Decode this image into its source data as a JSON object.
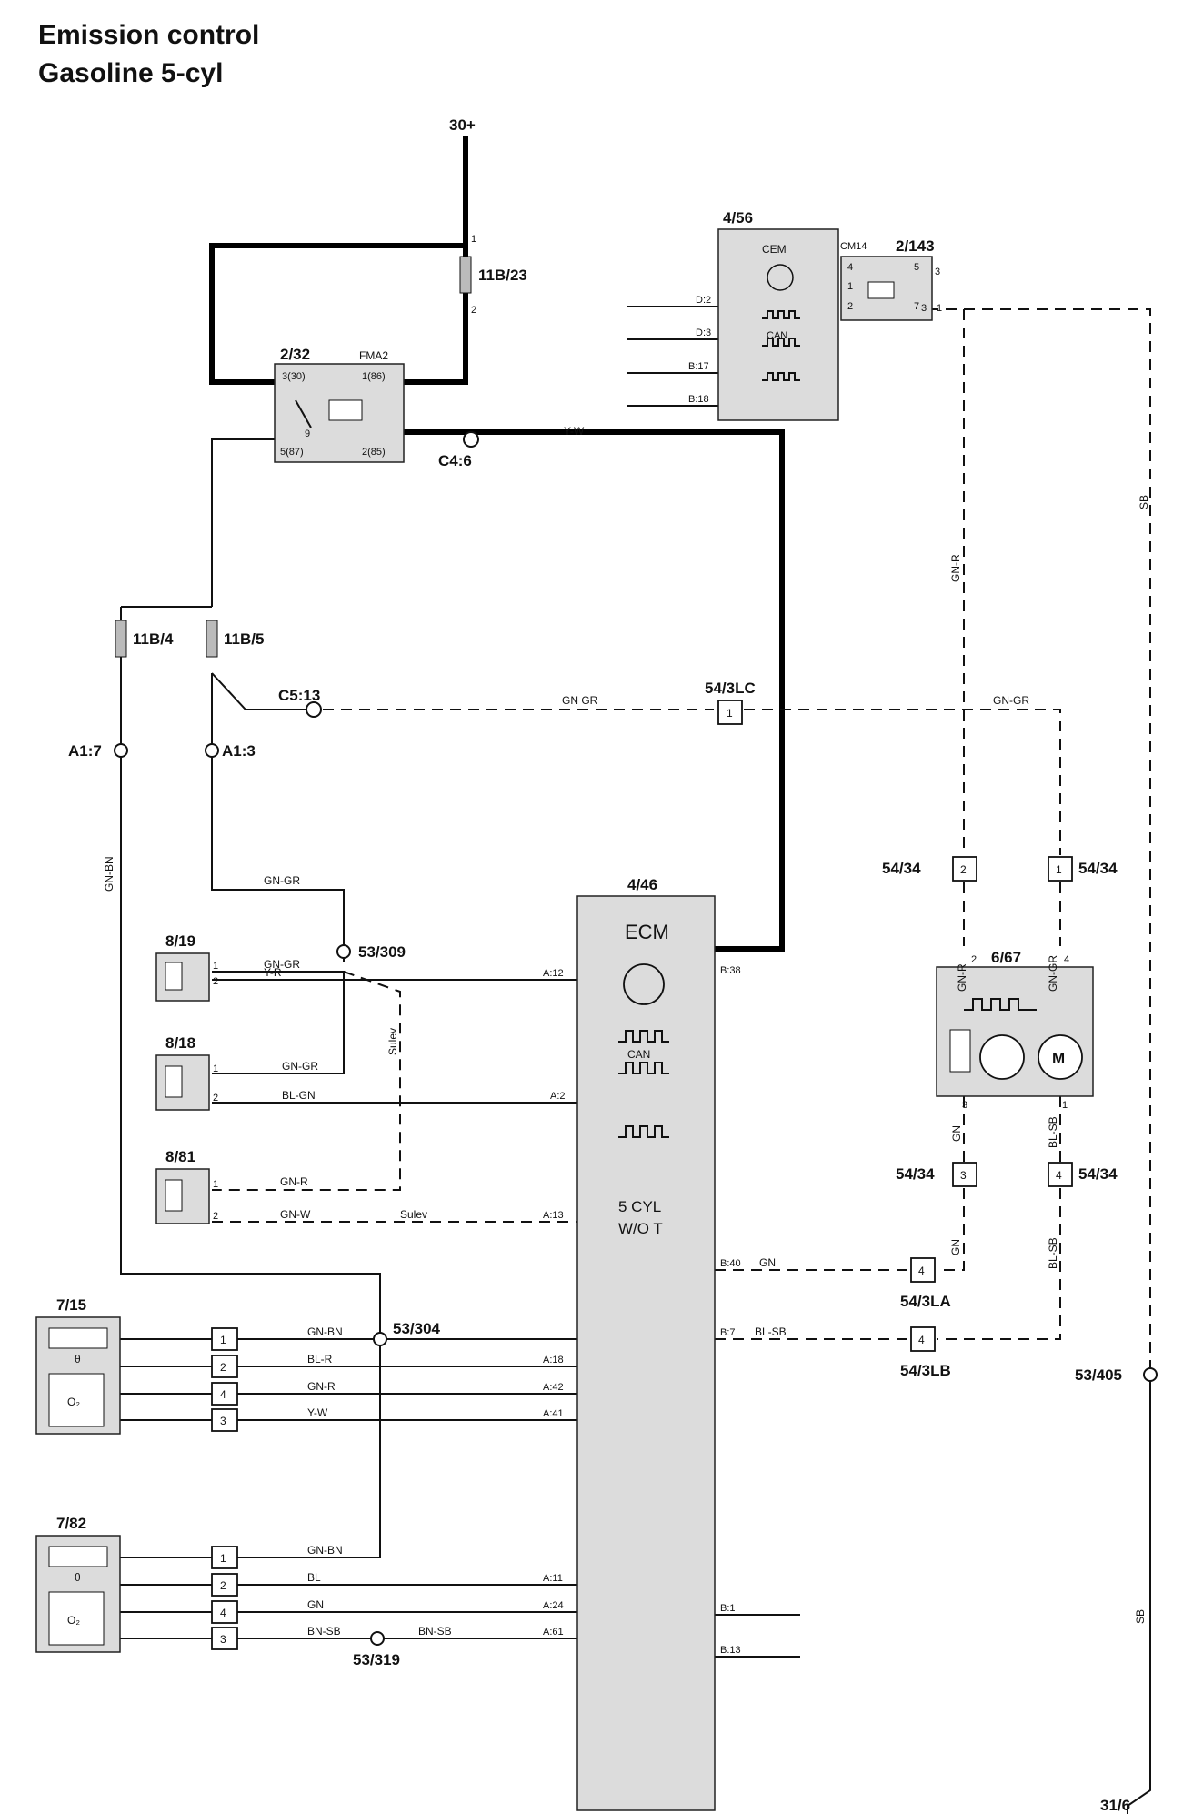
{
  "title": {
    "line1": "Emission control",
    "line2": "Gasoline 5-cyl"
  },
  "power": {
    "supply": "30+",
    "ground": "31/6"
  },
  "fuses": {
    "f23": "11B/23",
    "f4": "11B/4",
    "f5": "11B/5",
    "pin1": "1",
    "pin2": "2"
  },
  "relay": {
    "id": "2/32",
    "name": "FMA2",
    "p3": "3(30)",
    "p1": "1(86)",
    "p5": "5(87)",
    "p2": "2(85)",
    "p9": "9"
  },
  "connectors": {
    "c46": "C4:6",
    "c513": "C5:13",
    "a17": "A1:7",
    "a13": "A1:3"
  },
  "cem": {
    "id": "4/56",
    "name": "CEM",
    "can": "CAN",
    "pins": [
      "D:2",
      "D:3",
      "B:17",
      "B:18"
    ],
    "cm": "CM14",
    "cm_pins": [
      "4",
      "1",
      "2"
    ]
  },
  "relay2": {
    "id": "2/143",
    "pins": [
      "5",
      "3",
      "7",
      "3",
      "1"
    ]
  },
  "ecm": {
    "id": "4/46",
    "name": "ECM",
    "can": "CAN",
    "variant1": "5 CYL",
    "variant2": "W/O T",
    "pins_left": [
      "A:12",
      "A:2",
      "A:13",
      "A:18",
      "A:42",
      "A:41",
      "A:11",
      "A:24",
      "A:61"
    ],
    "pins_right": [
      "B:38",
      "B:40",
      "B:7",
      "B:1",
      "B:13"
    ]
  },
  "sensors": {
    "s819": {
      "id": "8/19",
      "p1": "1",
      "p2": "2"
    },
    "s818": {
      "id": "8/18",
      "p1": "1",
      "p2": "2"
    },
    "s881": {
      "id": "8/81",
      "p1": "1",
      "p2": "2"
    },
    "s715": {
      "id": "7/15",
      "pins": [
        "1",
        "2",
        "4",
        "3"
      ],
      "theta": "θ",
      "o2": "O₂"
    },
    "s782": {
      "id": "7/82",
      "pins": [
        "1",
        "2",
        "4",
        "3"
      ],
      "theta": "θ",
      "o2": "O₂"
    }
  },
  "splices": {
    "sp309": "53/309",
    "sp304": "53/304",
    "sp319": "53/319",
    "sp405": "53/405"
  },
  "pump": {
    "id": "6/67",
    "motor": "M",
    "p2": "2",
    "p4": "4",
    "p3": "3",
    "p1": "1"
  },
  "junctions": {
    "j3lc": {
      "id": "54/3LC",
      "pin": "1"
    },
    "j34_2": {
      "id": "54/34",
      "pin": "2"
    },
    "j34_1": {
      "id": "54/34",
      "pin": "1"
    },
    "j34_3": {
      "id": "54/34",
      "pin": "3"
    },
    "j34_4": {
      "id": "54/34",
      "pin": "4"
    },
    "j3la": {
      "id": "54/3LA",
      "pin": "4"
    },
    "j3lb": {
      "id": "54/3LB",
      "pin": "4"
    }
  },
  "wires": {
    "yw": "Y-W",
    "gngr": "GN GR",
    "gngr2": "GN-GR",
    "gnbn": "GN-BN",
    "gnr": "GN-R",
    "sb": "SB",
    "yr": "Y-R",
    "blgn": "BL-GN",
    "gnw": "GN-W",
    "sulev": "Sulev",
    "gn": "GN",
    "blsb": "BL-SB",
    "blr": "BL-R",
    "bl": "BL",
    "bnsb": "BN-SB"
  }
}
